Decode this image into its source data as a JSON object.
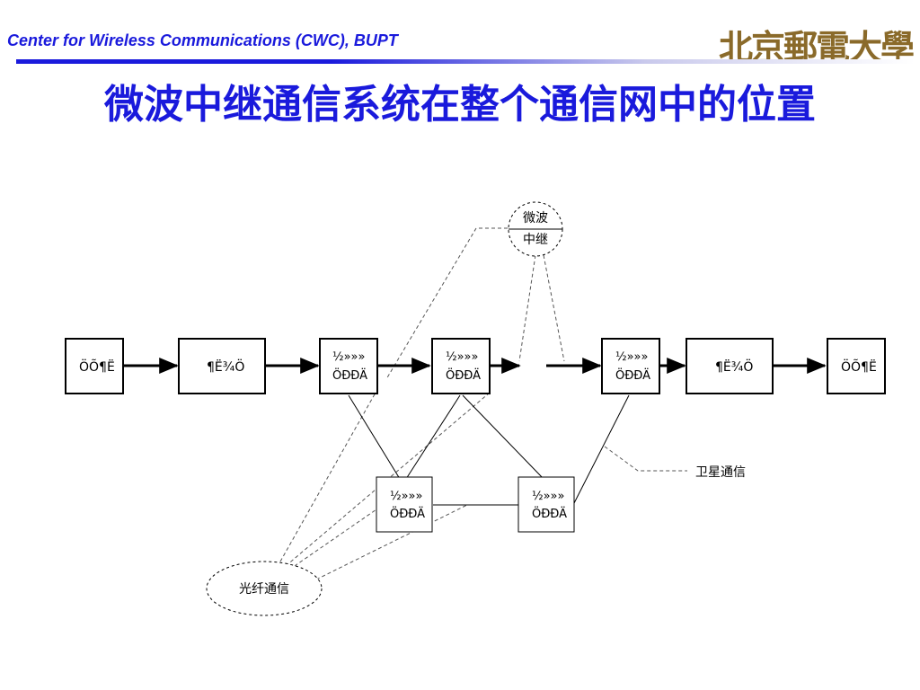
{
  "header": {
    "org_text": "Center for Wireless Communications (CWC), BUPT",
    "logo_text": "北京郵電大學",
    "title": "微波中继通信系统在整个通信网中的位置"
  },
  "diagram": {
    "main_nodes": [
      {
        "id": "terminal-left",
        "label": "ÖÕ¶Ë"
      },
      {
        "id": "central-office-left",
        "label": "¶Ë¾Ö"
      },
      {
        "id": "exchange-1",
        "line1": "½»»»",
        "line2": "ÖÐÐÄ"
      },
      {
        "id": "exchange-2",
        "line1": "½»»»",
        "line2": "ÖÐÐÄ"
      },
      {
        "id": "exchange-3",
        "line1": "½»»»",
        "line2": "ÖÐÐÄ"
      },
      {
        "id": "central-office-right",
        "label": "¶Ë¾Ö"
      },
      {
        "id": "terminal-right",
        "label": "ÖÕ¶Ë"
      }
    ],
    "lower_nodes": [
      {
        "id": "exchange-low-1",
        "line1": "½»»»",
        "line2": "ÖÐÐÄ"
      },
      {
        "id": "exchange-low-2",
        "line1": "½»»»",
        "line2": "ÖÐÐÄ"
      }
    ],
    "microwave_relay": {
      "line1": "微波",
      "line2": "中继"
    },
    "satellite_label": "卫星通信",
    "fiber_label": "光纤通信"
  }
}
